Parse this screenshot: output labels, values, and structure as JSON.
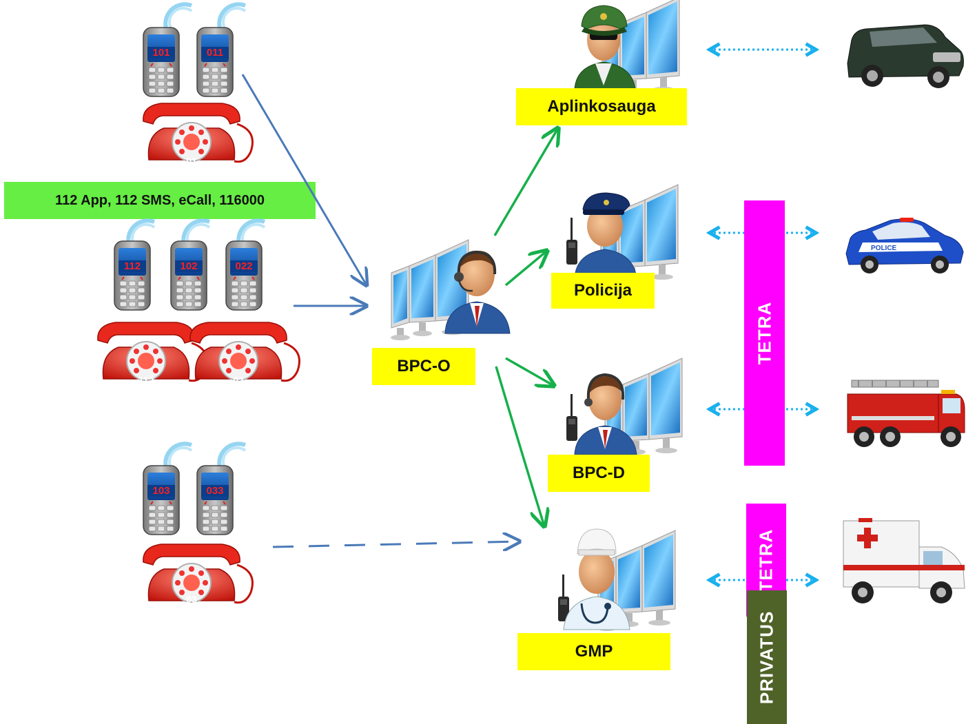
{
  "sources": {
    "top_group": {
      "mobile_numbers": [
        "101",
        "011"
      ],
      "landline_numbers": [
        "01"
      ]
    },
    "channels_label": "112 App, 112 SMS, eCall, 116000",
    "mid_group": {
      "mobile_numbers": [
        "112",
        "102",
        "022"
      ],
      "landline_numbers": [
        "112",
        "02"
      ]
    },
    "bottom_group": {
      "mobile_numbers": [
        "103",
        "033"
      ],
      "landline_numbers": [
        "03"
      ]
    }
  },
  "center": {
    "label": "BPC-O"
  },
  "services": [
    {
      "label": "Aplinkosauga",
      "vehicle": "suv-icon"
    },
    {
      "label": "Policija",
      "vehicle": "police-car-icon",
      "vehicle_text": "POLICE"
    },
    {
      "label": "BPC-D",
      "vehicle": "fire-truck-icon"
    },
    {
      "label": "GMP",
      "vehicle": "ambulance-icon"
    }
  ],
  "networks": {
    "tetra_main": "TETRA",
    "tetra_gmp": "TETRA",
    "privatus": "PRIVATUS"
  },
  "colors": {
    "blue_arrow": "#4a7ab8",
    "green_arrow": "#16b04a",
    "cyan_dotted": "#1ab0ee",
    "label_yellow": "#ffff00",
    "label_green": "#66ee44",
    "tetra_magenta": "#ff00ff",
    "privatus_green": "#4f6228"
  }
}
